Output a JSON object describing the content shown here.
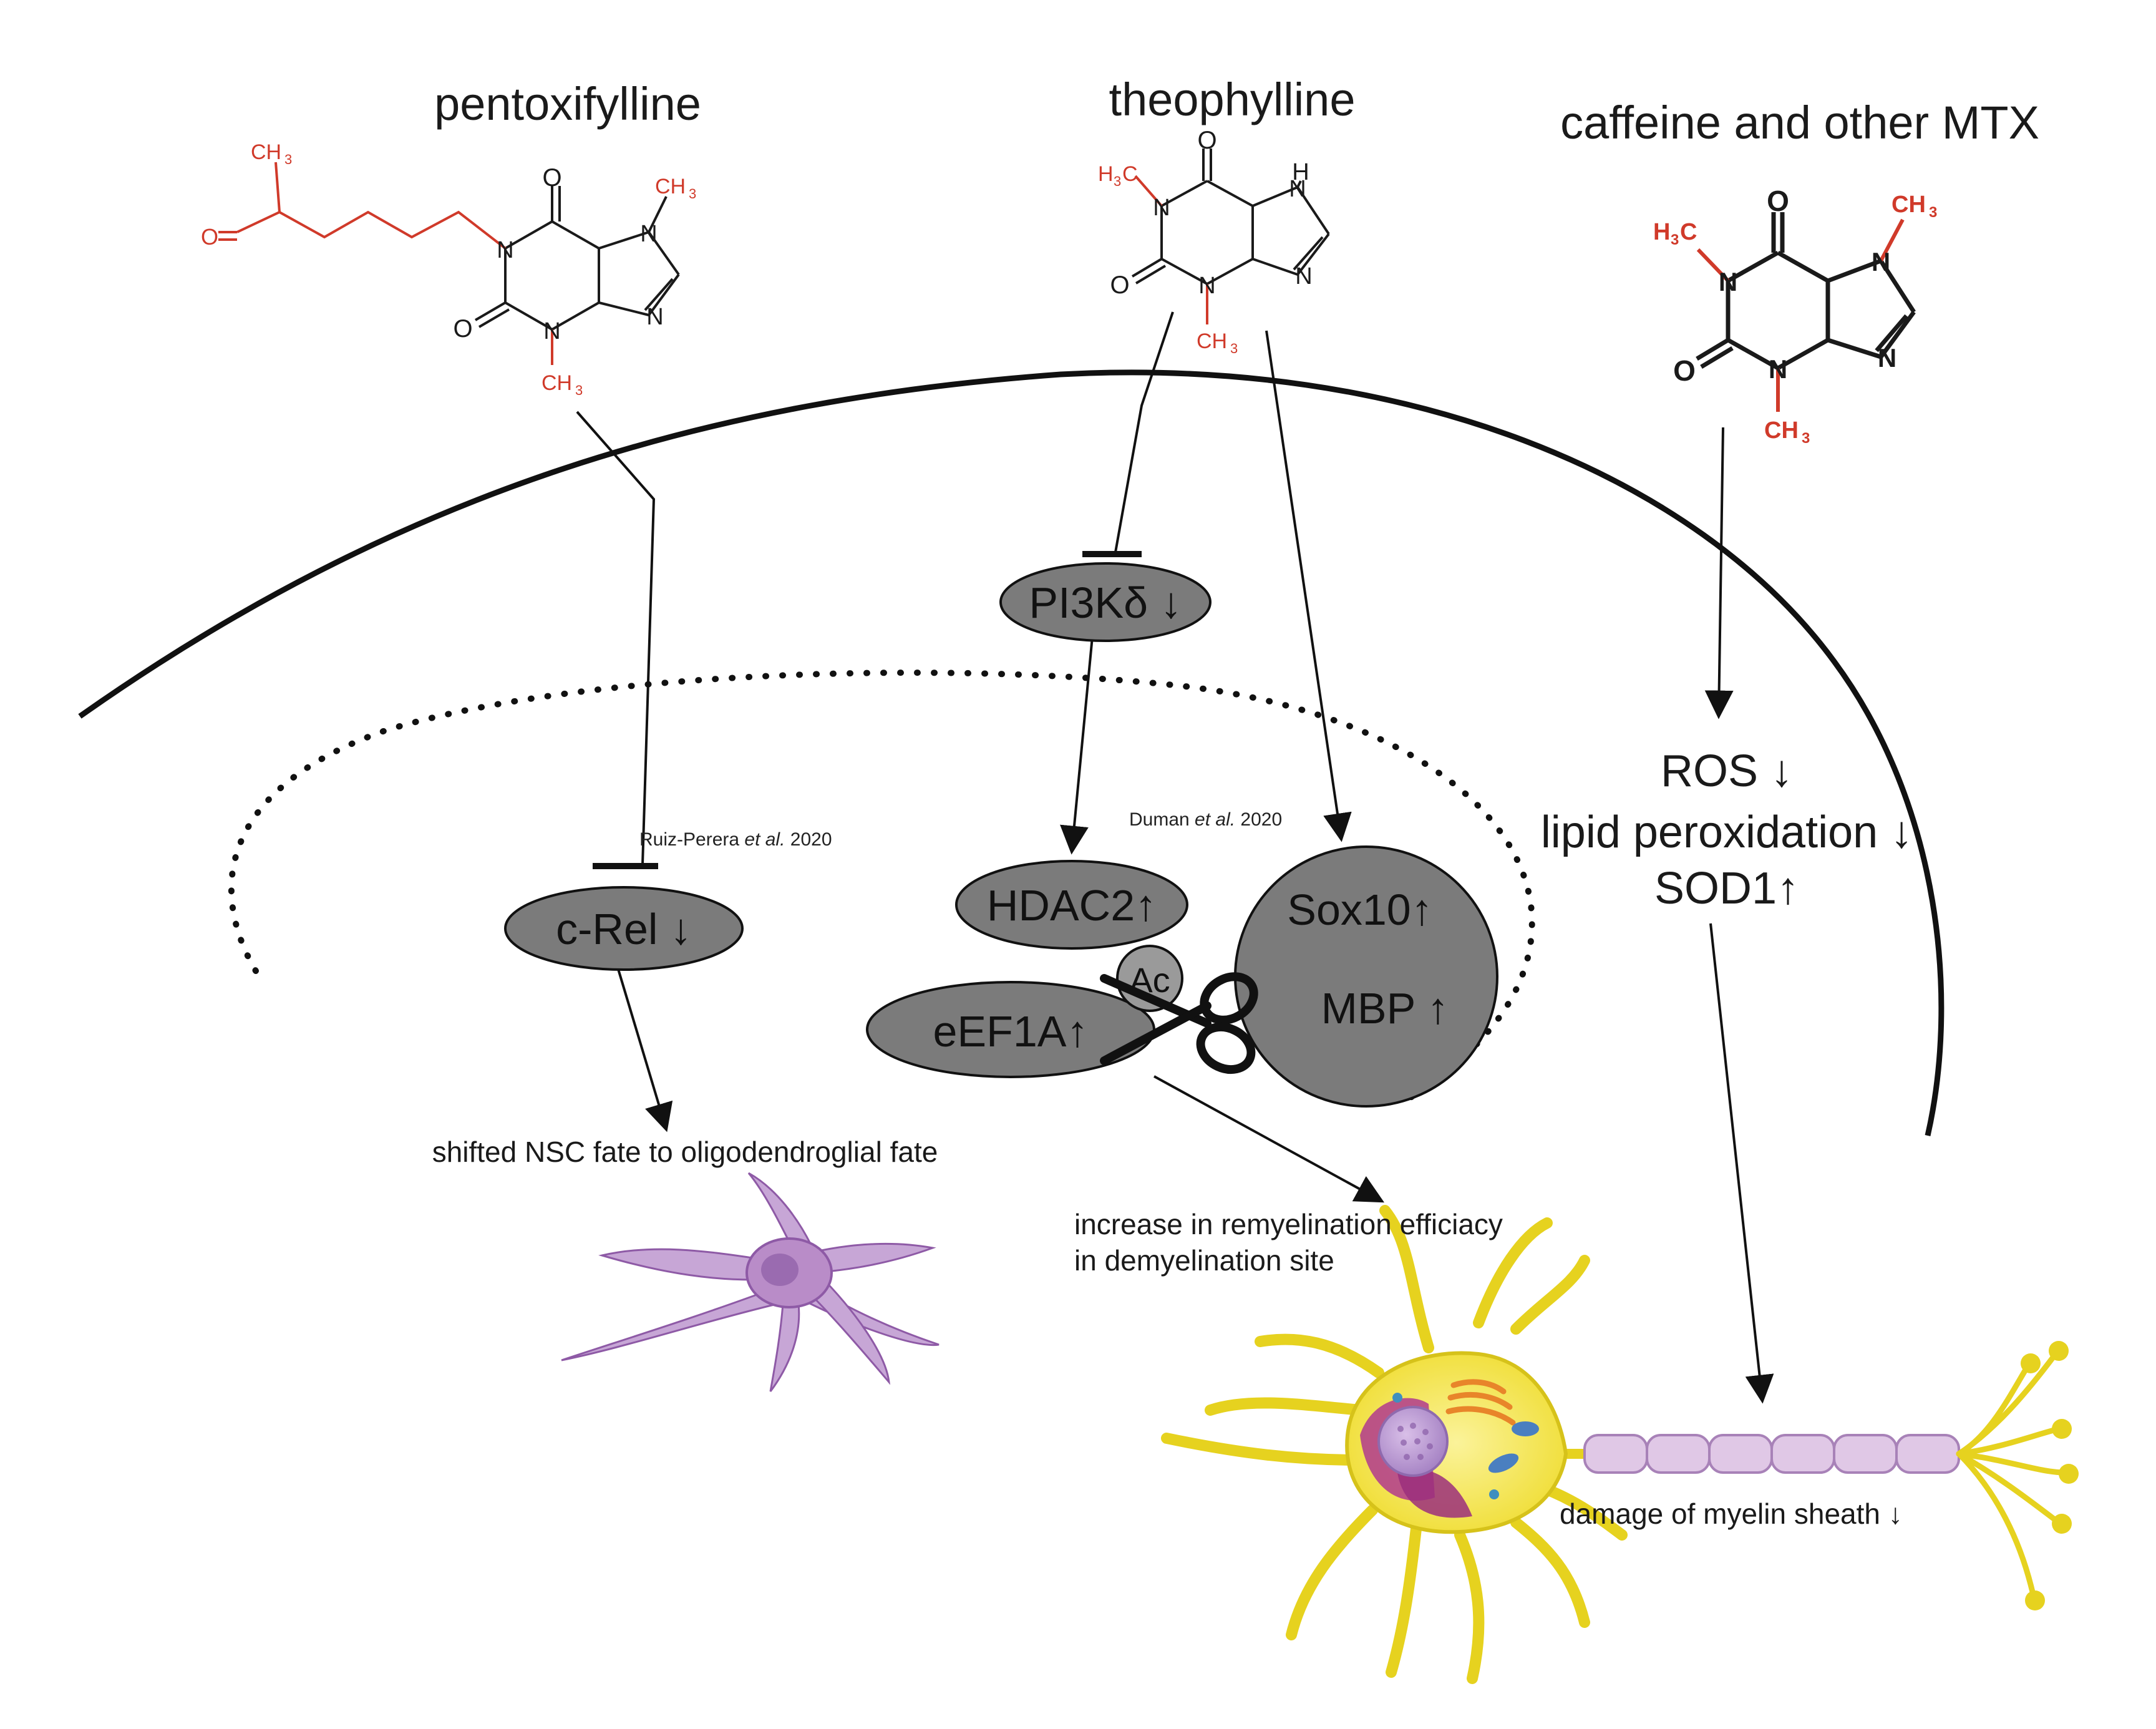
{
  "drugs": {
    "pentoxifylline": "pentoxifylline",
    "theophylline": "theophylline",
    "caffeine": "caffeine and other MTX"
  },
  "atoms": {
    "ch3": "CH",
    "h3c": "H",
    "sub3": "3",
    "ccap": "C",
    "n": "N",
    "o": "O",
    "h": "H"
  },
  "nodes": {
    "pi3k": "PI3Kδ ↓",
    "crel": "c-Rel ↓",
    "hdac2": "HDAC2↑",
    "eef1a": "eEF1A↑",
    "ac": "Ac",
    "sox10": "Sox10↑",
    "mbp": "MBP ↑"
  },
  "references": {
    "ruiz_author": "Ruiz-Perera ",
    "ruiz_etal": "et al.",
    "ruiz_year": " 2020",
    "duman_author": "Duman ",
    "duman_etal": "et al.",
    "duman_year": " 2020"
  },
  "effects": {
    "ros": "ROS ↓",
    "lipid": "lipid peroxidation ↓",
    "sod1": "SOD1↑"
  },
  "outcomes": {
    "nsc": "shifted NSC fate to oligodendroglial fate",
    "remyelination_1": "increase in remyelination efficiacy",
    "remyelination_2": "in demyelination site",
    "myelin": "damage of myelin sheath ↓"
  },
  "colors": {
    "node_fill": "#7b7b7b",
    "substituent_red": "#d03a2a",
    "neuron_yellow": "#f2e33a",
    "oligodendrocyte_purple": "#b98cc8",
    "myelin_pink": "#e0c8e6"
  }
}
